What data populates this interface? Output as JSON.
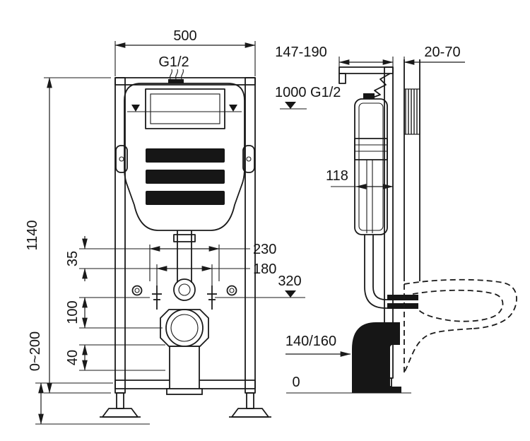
{
  "labels": {
    "front": {
      "width": "500",
      "top_inlet_thread": "G1/2",
      "height": "1140",
      "pipe_spacing_outer": "230",
      "stud_spacing": "180",
      "outlet_height": "320",
      "offset_small": "35",
      "drain_offset": "100",
      "foot_offset": "40",
      "adjust_range": "0~200"
    },
    "side": {
      "depth_range": "147-190",
      "wall_gap": "20-70",
      "supply_height_thread": "1000 G1/2",
      "cistern_depth": "118",
      "outlet_diameter": "140/160",
      "floor_level": "0"
    },
    "colors": {
      "line": "#1a1a1a",
      "background": "#ffffff"
    }
  }
}
